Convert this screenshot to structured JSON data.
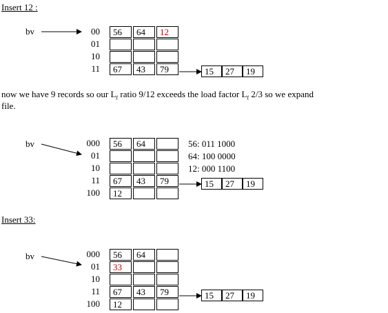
{
  "heading1": "Insert 12 :",
  "heading2": "Insert 33:",
  "bv": "bv",
  "para": {
    "p1": "now we have 9 records so our L",
    "sub1": "f",
    "p2": " ratio 9/12 exceeds the load factor L",
    "sub2": "f",
    "p3": "  2/3 so we expand",
    "line2": "file."
  },
  "diagram1": {
    "labels": [
      "00",
      "01",
      "10",
      "11"
    ],
    "rows": [
      [
        "56",
        "64",
        "12"
      ],
      [
        "",
        "",
        ""
      ],
      [
        "",
        "",
        ""
      ],
      [
        "67",
        "43",
        "79"
      ]
    ],
    "highlight": "12",
    "overflow": [
      "15",
      "27",
      "19"
    ]
  },
  "diagram2": {
    "labels": [
      "000",
      "01",
      "10",
      "11",
      "100"
    ],
    "rows": [
      [
        "56",
        "64",
        ""
      ],
      [
        "",
        "",
        ""
      ],
      [
        "",
        "",
        ""
      ],
      [
        "67",
        "43",
        "79"
      ],
      [
        "12",
        "",
        ""
      ]
    ],
    "overflow": [
      "15",
      "27",
      "19"
    ],
    "binary": [
      "56: 011 1000",
      "64: 100 0000",
      "12: 000 1100"
    ]
  },
  "diagram3": {
    "labels": [
      "000",
      "01",
      "10",
      "11",
      "100"
    ],
    "rows": [
      [
        "56",
        "64",
        ""
      ],
      [
        "33",
        "",
        ""
      ],
      [
        "",
        "",
        ""
      ],
      [
        "67",
        "43",
        "79"
      ],
      [
        "12",
        "",
        ""
      ]
    ],
    "highlight": "33",
    "overflow": [
      "15",
      "27",
      "19"
    ]
  },
  "colors": {
    "highlight": "#c00000"
  }
}
